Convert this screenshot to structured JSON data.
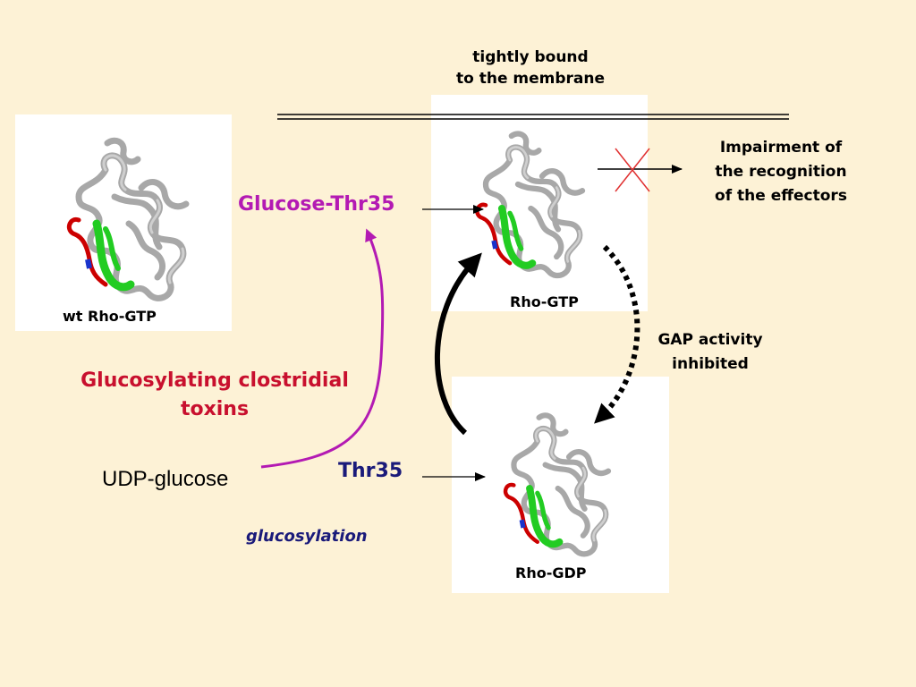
{
  "labels": {
    "membrane_line1": "tightly bound",
    "membrane_line2": "to the membrane",
    "impair_line1": "Impairment of",
    "impair_line2": "the recognition",
    "impair_line3": "of the effectors",
    "wt_rho_gtp": "wt Rho-GTP",
    "glucose_thr35": "Glucose-Thr35",
    "rho_gtp": "Rho-GTP",
    "gap_line1": "GAP activity",
    "gap_line2": "inhibited",
    "toxins_line1": "Glucosylating clostridial",
    "toxins_line2": "toxins",
    "udp_glucose": "UDP-glucose",
    "thr35": "Thr35",
    "glucosylation": "glucosylation",
    "rho_gdp": "Rho-GDP"
  },
  "colors": {
    "background": "#fdf2d6",
    "glucose_thr35": "#b31ab3",
    "toxins": "#c8102e",
    "thr35": "#1a1a7a",
    "glucosylation": "#1a1a7a",
    "toxin_arrow": "#b31ab3",
    "cross": "#e03030",
    "protein_gray": "#a8a8a8",
    "protein_green": "#22cc22",
    "protein_red": "#cc0000",
    "protein_blue": "#1a33cc"
  }
}
